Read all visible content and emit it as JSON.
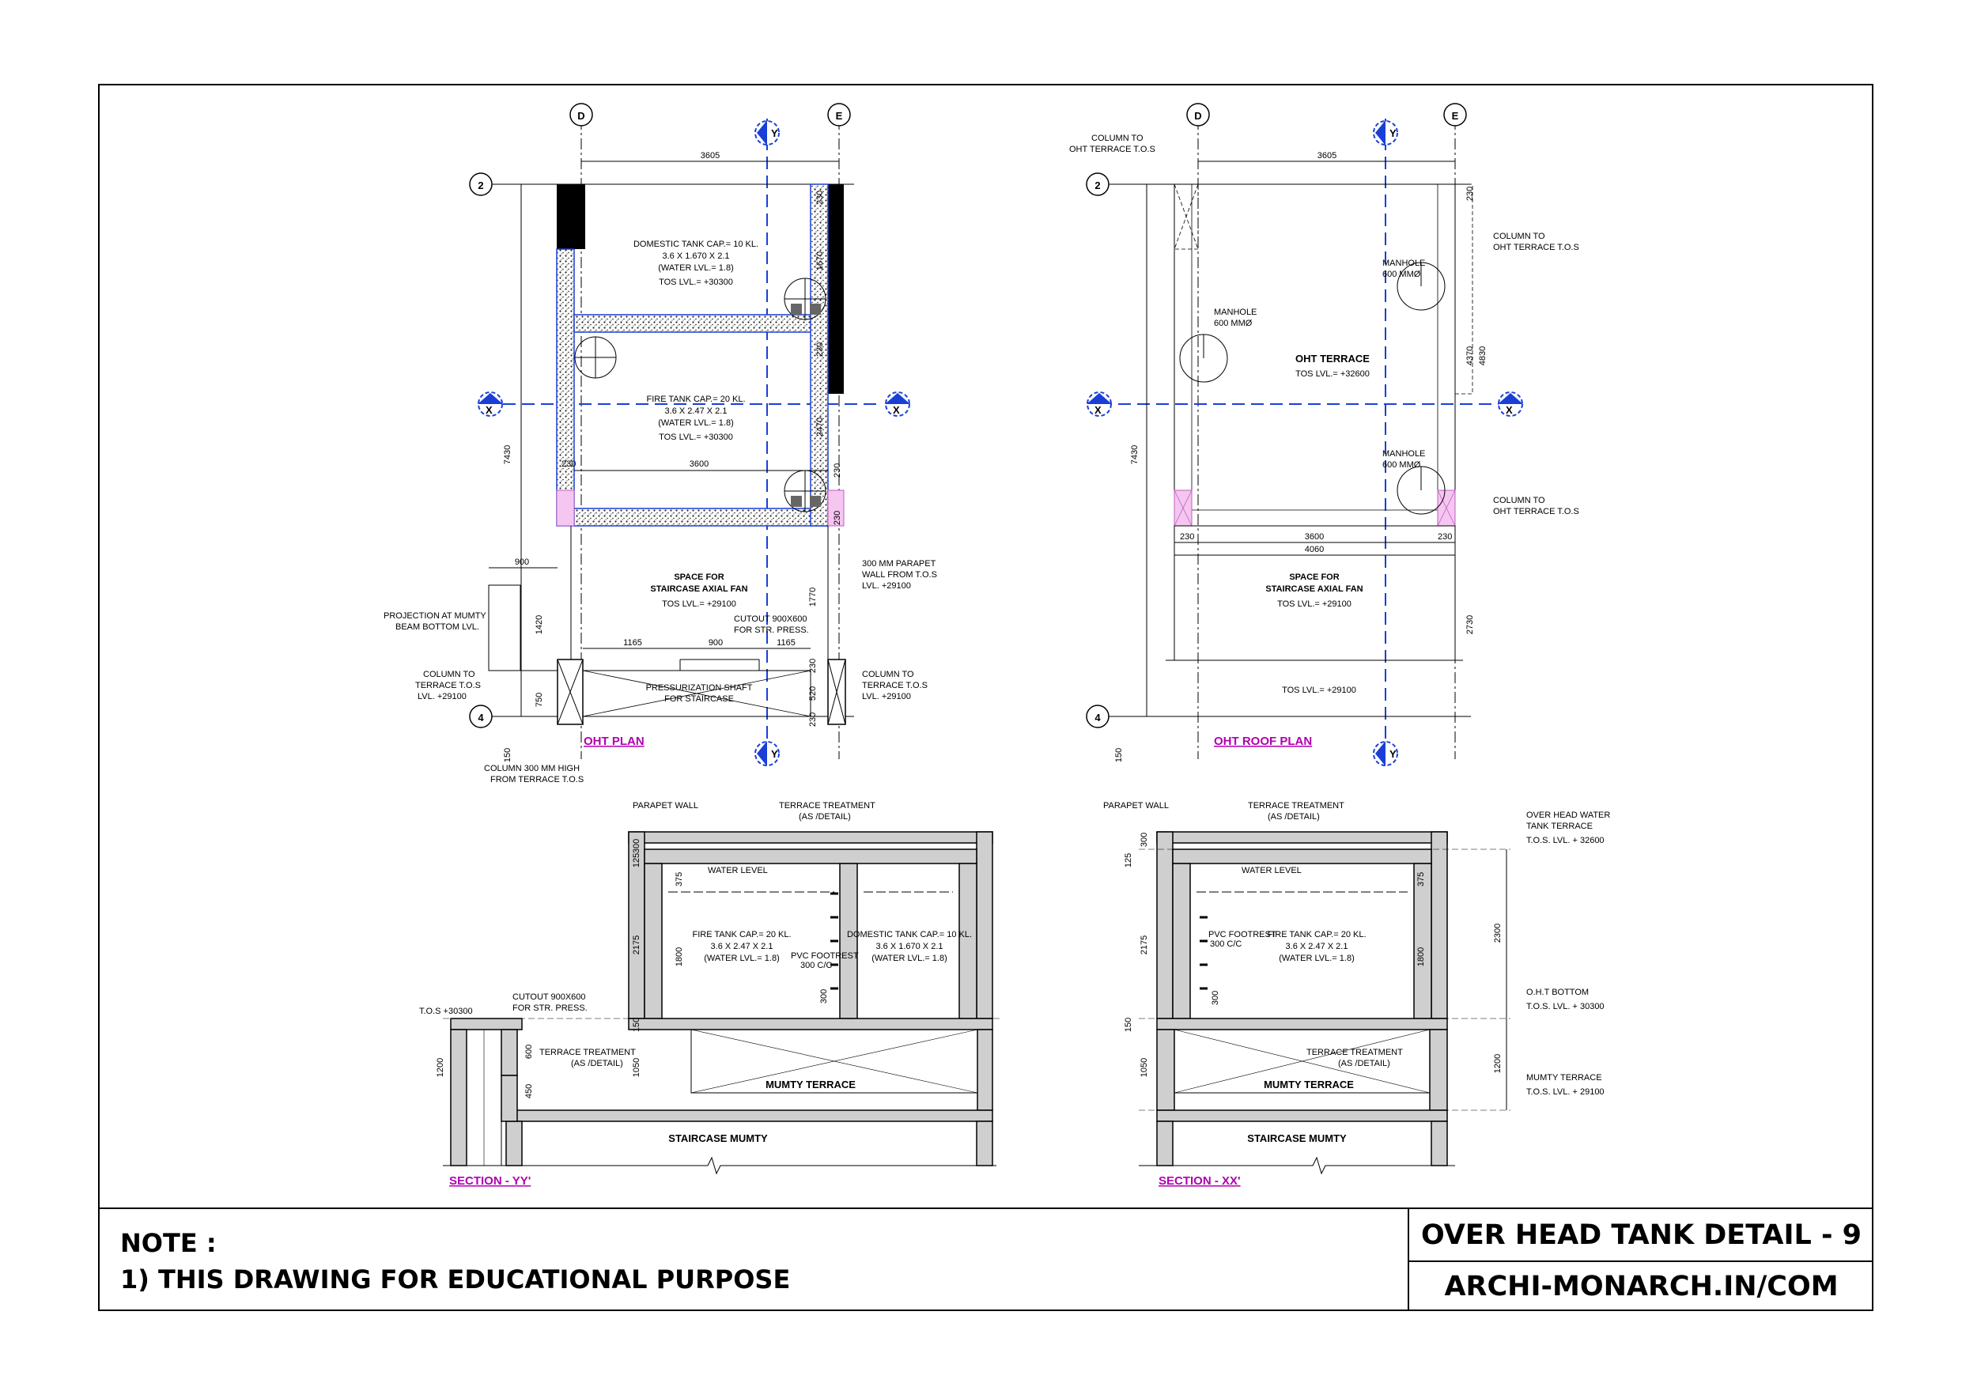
{
  "notes": {
    "heading": "NOTE :",
    "line1": "1) THIS DRAWING FOR EDUCATIONAL PURPOSE"
  },
  "title_block": {
    "title": "OVER HEAD TANK DETAIL - 9",
    "website": "ARCHI-MONARCH.IN/COM"
  },
  "grid_labels": {
    "d": "D",
    "e": "E",
    "r2": "2",
    "r4": "4",
    "x": "X",
    "y": "Y"
  },
  "plan": {
    "label": "OHT  PLAN",
    "dim_top": "3605",
    "dim_side": "7430",
    "dim_150": "150",
    "domestic_tank": {
      "l1": "DOMESTIC TANK CAP.= 10 KL.",
      "l2": "3.6 X 1.670 X 2.1",
      "l3": "(WATER LVL.= 1.8)",
      "l4": "TOS LVL.= +30300"
    },
    "fire_tank": {
      "l1": "FIRE TANK CAP.= 20 KL.",
      "l2": "3.6 X 2.47 X 2.1",
      "l3": "(WATER LVL.= 1.8)",
      "l4": "TOS LVL.= +30300"
    },
    "fan": {
      "l1": "SPACE FOR",
      "l2": "STAIRCASE AXIAL FAN",
      "l3": "TOS LVL.= +29100"
    },
    "dims": {
      "d1670": "1670",
      "d230a": "230",
      "d2470": "2470",
      "d230b": "230",
      "d230c": "230",
      "d3600": "3600",
      "d900": "900",
      "d1420": "1420",
      "d750": "750",
      "d1770": "1770",
      "d1165a": "1165",
      "d900b": "900",
      "d1165b": "1165",
      "d230d": "230",
      "d520": "520",
      "d230e": "230",
      "d230f": "230",
      "d230g": "230"
    },
    "parapet": {
      "l1": "300 MM PARAPET",
      "l2": "WALL FROM T.O.S",
      "l3": "LVL. +29100"
    },
    "projection": {
      "l1": "PROJECTION AT MUMTY",
      "l2": "BEAM BOTTOM LVL."
    },
    "cutout": {
      "l1": "CUTOUT 900X600",
      "l2": "FOR STR. PRESS."
    },
    "shaft": {
      "l1": "PRESSURIZATION SHAFT",
      "l2": "FOR STAIRCASE"
    },
    "col_left": {
      "l1": "COLUMN TO",
      "l2": "TERRACE T.O.S",
      "l3": "LVL. +29100"
    },
    "col_right": {
      "l1": "COLUMN TO",
      "l2": "TERRACE T.O.S",
      "l3": "LVL. +29100"
    },
    "col_300": {
      "l1": "COLUMN 300 MM HIGH",
      "l2": "FROM TERRACE T.O.S"
    }
  },
  "roof": {
    "label": "OHT ROOF PLAN",
    "dim_top": "3605",
    "dim_side": "7430",
    "dim_150": "150",
    "col_top": {
      "l1": "COLUMN TO",
      "l2": "OHT TERRACE T.O.S"
    },
    "col_r1": {
      "l1": "COLUMN TO",
      "l2": "OHT TERRACE T.O.S"
    },
    "col_r2": {
      "l1": "COLUMN TO",
      "l2": "OHT TERRACE T.O.S"
    },
    "manhole_1": {
      "l1": "MANHOLE",
      "l2": "600 MMØ"
    },
    "manhole_2": {
      "l1": "MANHOLE",
      "l2": "600 MMØ"
    },
    "manhole_3": {
      "l1": "MANHOLE",
      "l2": "600 MMØ"
    },
    "terrace": {
      "l1": "OHT TERRACE",
      "l2": "TOS LVL.= +32600"
    },
    "fan": {
      "l1": "SPACE FOR",
      "l2": "STAIRCASE AXIAL FAN",
      "l3": "TOS LVL.= +29100"
    },
    "tos_bottom": "TOS LVL.= +29100",
    "dims": {
      "d230a": "230",
      "d4370": "4370",
      "d4830": "4830",
      "d230b": "230",
      "d3600": "3600",
      "d230c": "230",
      "d4060": "4060",
      "d2730": "2730"
    }
  },
  "section_yy": {
    "label": "SECTION - YY'",
    "parapet": "PARAPET WALL",
    "treatment_top": {
      "l1": "TERRACE TREATMENT",
      "l2": "(AS /DETAIL)"
    },
    "water_level": "WATER LEVEL",
    "fire_tank": {
      "l1": "FIRE TANK CAP.= 20 KL.",
      "l2": "3.6 X 2.47 X 2.1",
      "l3": "(WATER LVL.= 1.8)"
    },
    "domestic_tank": {
      "l1": "DOMESTIC TANK CAP.= 10 KL.",
      "l2": "3.6 X 1.670 X 2.1",
      "l3": "(WATER LVL.= 1.8)"
    },
    "pvc": {
      "l1": "PVC FOOTREST",
      "l2": "300 C/C"
    },
    "tos": "T.O.S  +30300",
    "cutout": {
      "l1": "CUTOUT 900X600",
      "l2": "FOR STR. PRESS."
    },
    "treatment_mid": {
      "l1": "TERRACE TREATMENT",
      "l2": "(AS /DETAIL)"
    },
    "mumty_terrace": "MUMTY TERRACE",
    "staircase_mumty": "STAIRCASE MUMTY",
    "dims": {
      "d300": "300",
      "d125": "125",
      "d375": "375",
      "d2175": "2175",
      "d1800": "1800",
      "d300b": "300",
      "d150": "150",
      "d1200": "1200",
      "d600": "600",
      "d450": "450",
      "d1050": "1050"
    }
  },
  "section_xx": {
    "label": "SECTION - XX'",
    "parapet": "PARAPET WALL",
    "treatment_top": {
      "l1": "TERRACE TREATMENT",
      "l2": "(AS /DETAIL)"
    },
    "water_level": "WATER LEVEL",
    "fire_tank": {
      "l1": "FIRE TANK CAP.= 20 KL.",
      "l2": "3.6 X 2.47 X 2.1",
      "l3": "(WATER LVL.= 1.8)"
    },
    "pvc": {
      "l1": "PVC FOOTREST",
      "l2": "300 C/C"
    },
    "treatment_mid": {
      "l1": "TERRACE TREATMENT",
      "l2": "(AS /DETAIL)"
    },
    "mumty_terrace": "MUMTY TERRACE",
    "staircase_mumty": "STAIRCASE MUMTY",
    "oht_terrace": {
      "l1": "OVER HEAD WATER",
      "l2": "TANK TERRACE",
      "l3": "T.O.S. LVL. + 32600"
    },
    "oht_bottom": {
      "l1": "O.H.T BOTTOM",
      "l2": "T.O.S. LVL. + 30300"
    },
    "mumty_level": {
      "l1": "MUMTY TERRACE",
      "l2": "T.O.S. LVL. + 29100"
    },
    "dims": {
      "d300": "300",
      "d125": "125",
      "d375": "375",
      "d2175": "2175",
      "d1800": "1800",
      "d300b": "300",
      "d150": "150",
      "d1050": "1050",
      "d2300": "2300",
      "d1200": "1200"
    }
  }
}
